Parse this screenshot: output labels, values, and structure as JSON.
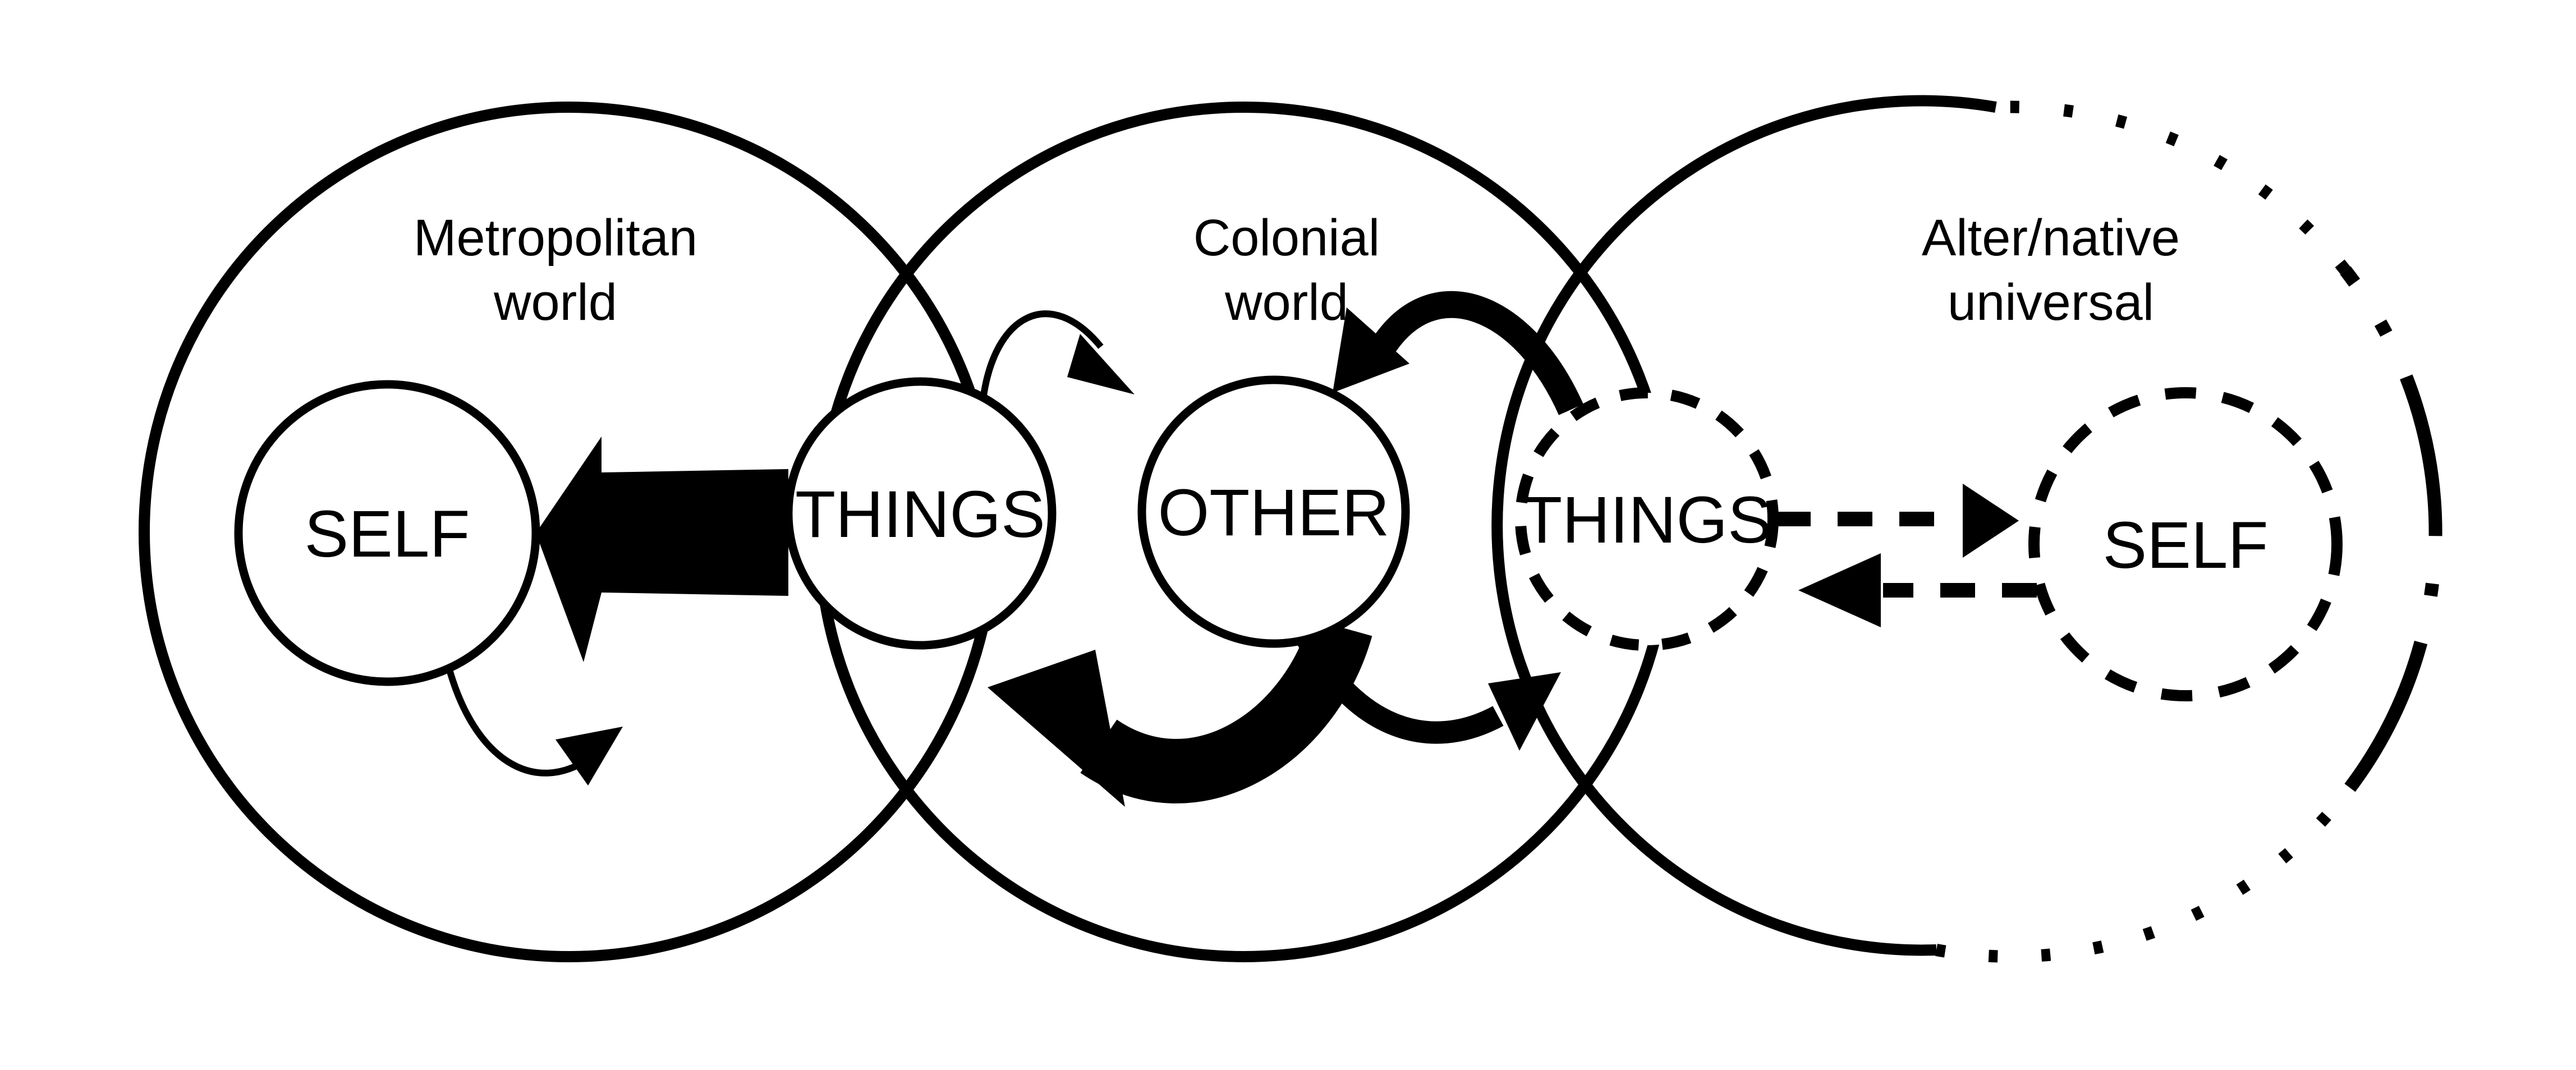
{
  "figure": {
    "background": "#ffffff",
    "ink": "#000000",
    "description": "Three overlapping worlds with SELF / THINGS / OTHER nodes and directional arrows"
  },
  "worlds": [
    {
      "id": "metropolitan",
      "line1": "Metropolitan",
      "line2": "world",
      "outline": "solid"
    },
    {
      "id": "colonial",
      "line1": "Colonial",
      "line2": "world",
      "outline": "solid"
    },
    {
      "id": "alternative",
      "line1": "Alter/native",
      "line2": "universal",
      "outline": "dotted-dashed-solid-mix"
    }
  ],
  "nodes": [
    {
      "id": "self-metropolitan",
      "label": "SELF",
      "outline": "solid"
    },
    {
      "id": "things-metropolitan-colonial",
      "label": "THINGS",
      "outline": "solid"
    },
    {
      "id": "other-colonial",
      "label": "OTHER",
      "outline": "solid"
    },
    {
      "id": "things-colonial-alternative",
      "label": "THINGS",
      "outline": "dashed"
    },
    {
      "id": "self-alternative",
      "label": "SELF",
      "outline": "dashed"
    }
  ],
  "arrows": [
    {
      "id": "things-to-self-block",
      "from": "THINGS (solid)",
      "to": "SELF (metropolitan)",
      "style": "solid-block-arrow",
      "weight": "heavy"
    },
    {
      "id": "self-curl-to-things",
      "from": "SELF (metropolitan)",
      "to": "toward THINGS",
      "style": "thin-curved",
      "weight": "light"
    },
    {
      "id": "things-to-other-top",
      "from": "THINGS (solid)",
      "to": "OTHER",
      "style": "thin-curved",
      "weight": "light"
    },
    {
      "id": "dashed-things-to-other",
      "from": "THINGS (dashed)",
      "to": "OTHER",
      "style": "thick-curved",
      "weight": "heavy"
    },
    {
      "id": "other-to-things-bottom",
      "from": "OTHER",
      "to": "THINGS (solid)",
      "style": "thick-curved",
      "weight": "heaviest"
    },
    {
      "id": "other-to-dashed-things",
      "from": "OTHER",
      "to": "THINGS (dashed)",
      "style": "medium-curved",
      "weight": "medium"
    },
    {
      "id": "dashed-things-to-self",
      "from": "THINGS (dashed)",
      "to": "SELF (dashed)",
      "style": "dashed-straight",
      "weight": "medium"
    },
    {
      "id": "dashed-self-to-things",
      "from": "SELF (dashed)",
      "to": "THINGS (dashed)",
      "style": "dashed-straight",
      "weight": "medium"
    }
  ]
}
